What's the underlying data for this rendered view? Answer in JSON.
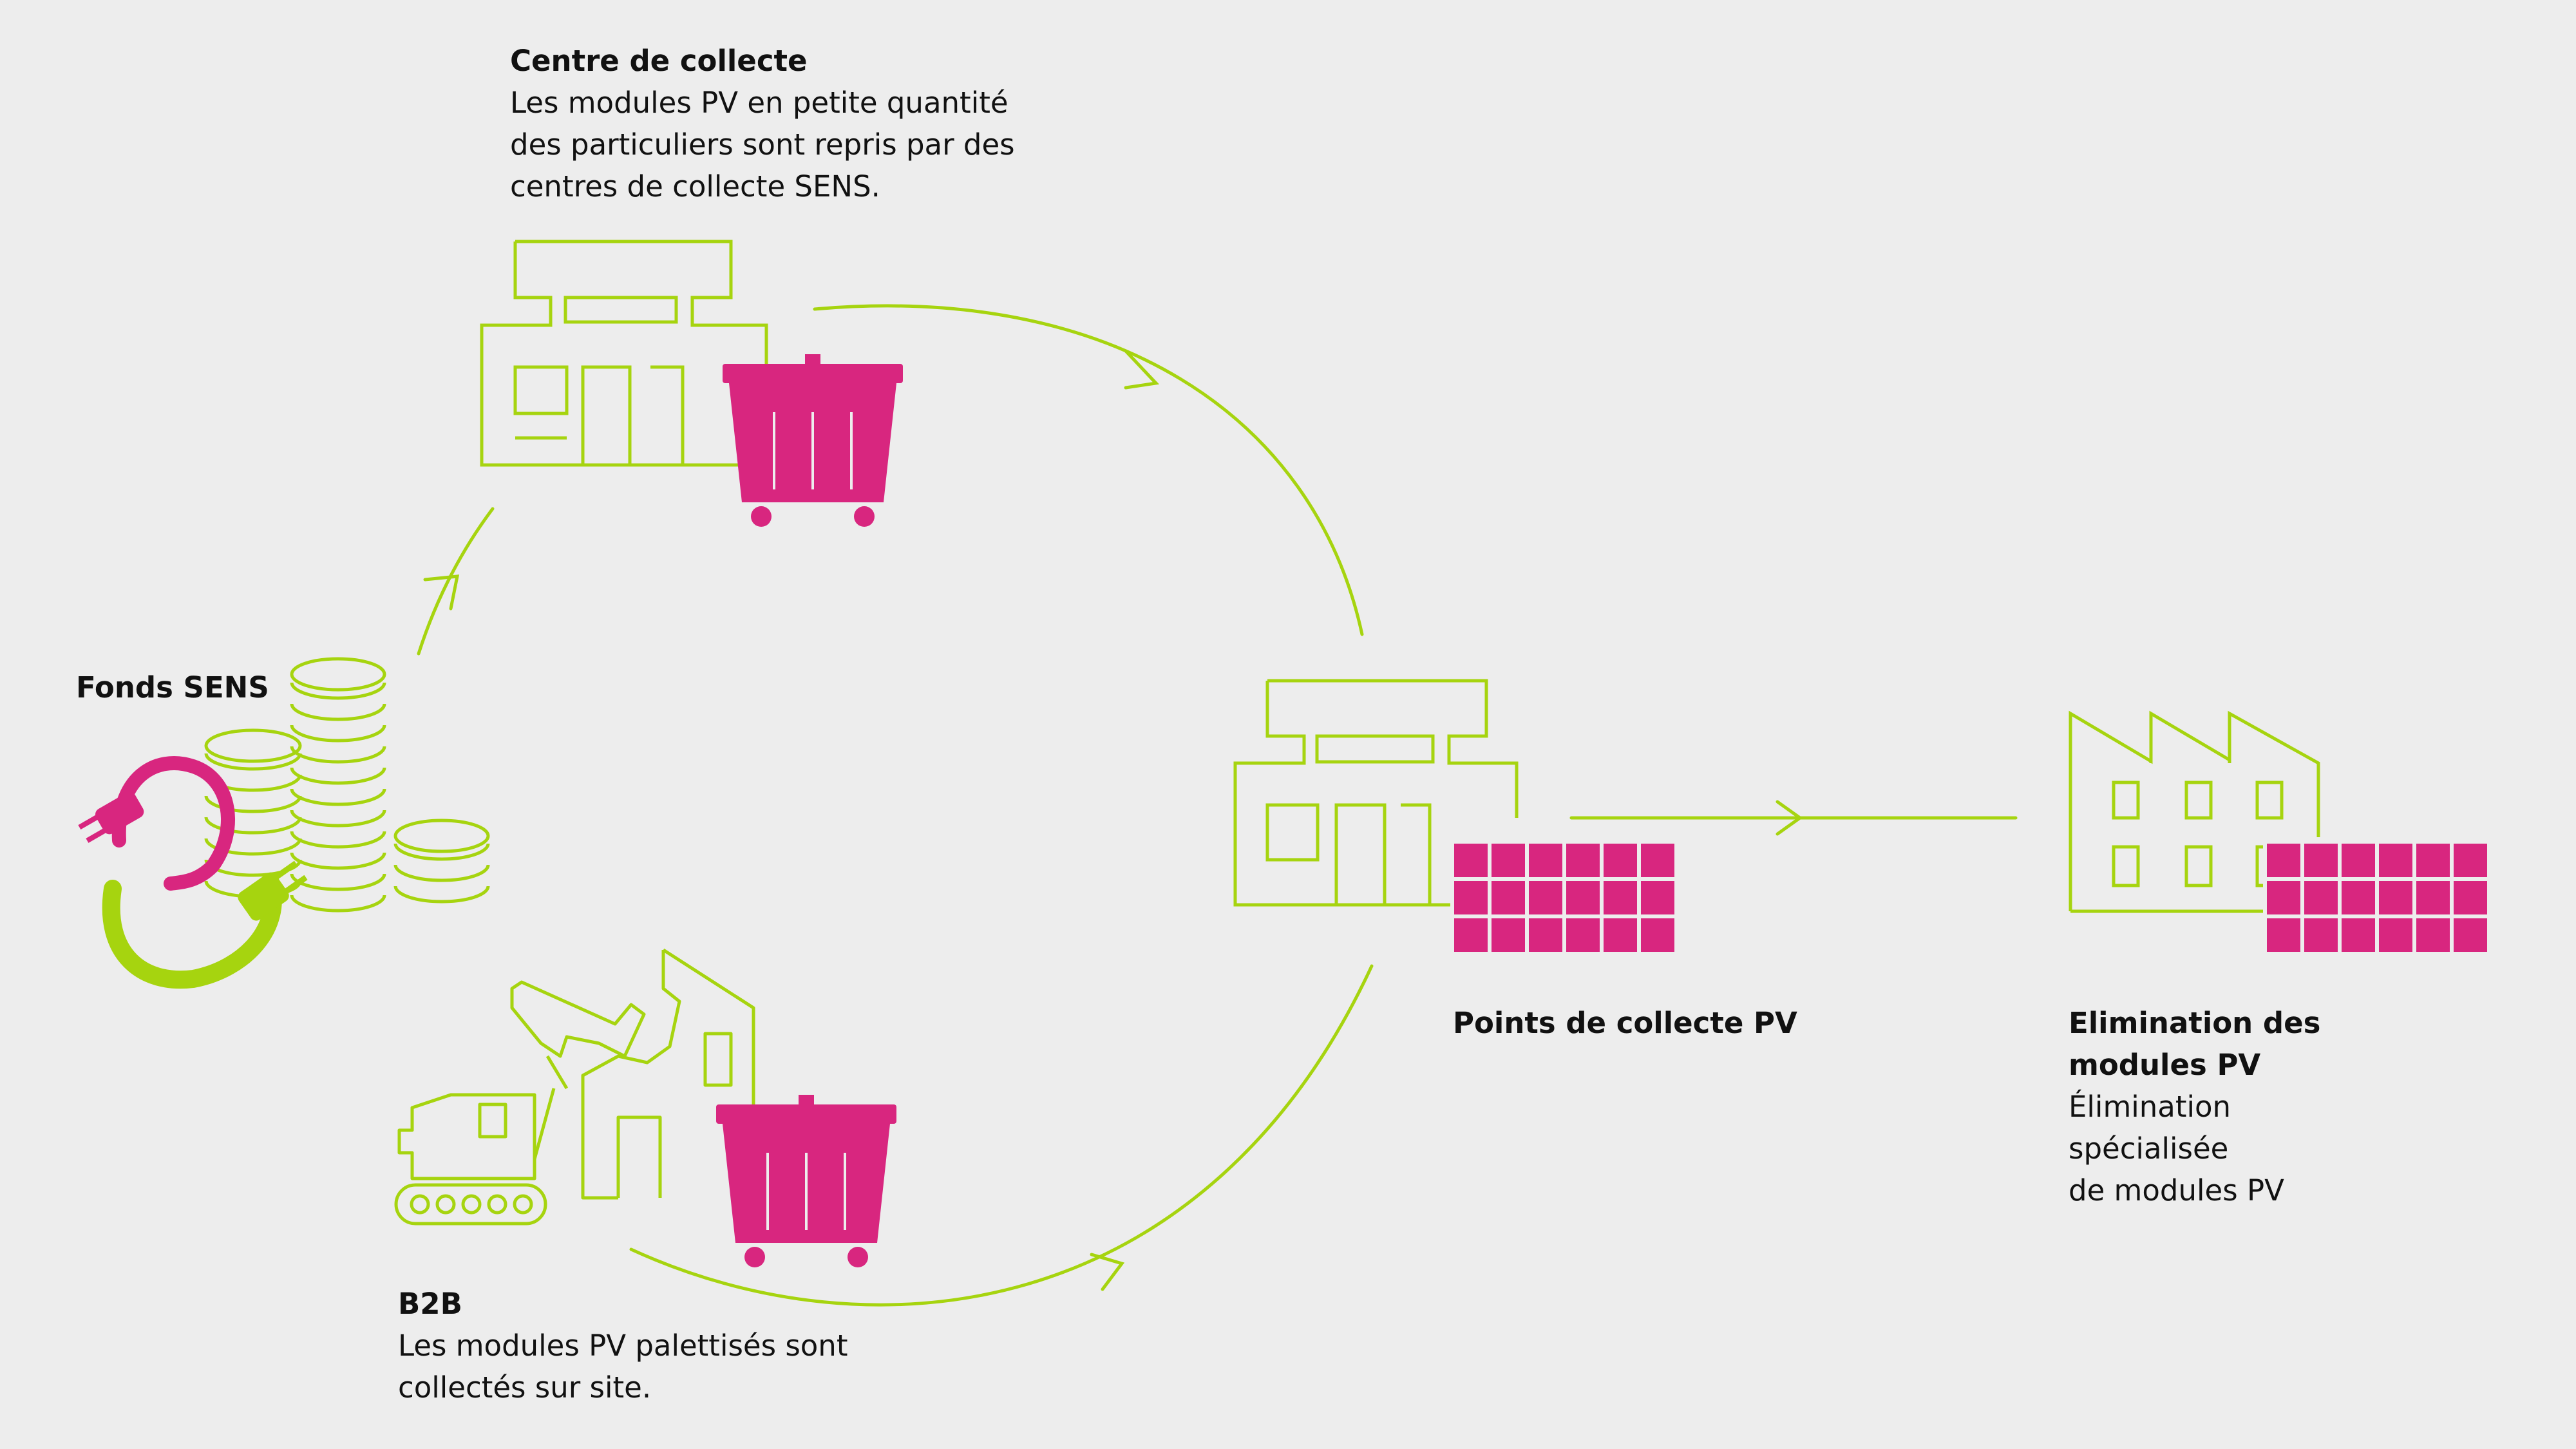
{
  "colors": {
    "background": "#ededed",
    "line": "#a6d40f",
    "accent": "#d8267f",
    "text": "#111111"
  },
  "icons": [
    "fund-logo-icon",
    "coin-stack-icon",
    "building-icon",
    "container-icon",
    "excavator-icon",
    "pv-panel-icon",
    "factory-icon",
    "arrow-icon"
  ],
  "fonds": {
    "title": "Fonds SENS"
  },
  "collecte": {
    "title": "Centre de collecte",
    "lines": [
      "Les modules PV en petite quantité",
      "des particuliers sont repris par des",
      "centres de collecte SENS."
    ]
  },
  "b2b": {
    "title": "B2B",
    "lines": [
      "Les modules PV palettisés sont",
      "collectés sur site."
    ]
  },
  "points": {
    "title": "Points de collecte PV"
  },
  "elimination": {
    "title_lines": [
      "Elimination des",
      "modules PV"
    ],
    "lines": [
      "Élimination",
      "spécialisée",
      "de modules PV"
    ]
  }
}
